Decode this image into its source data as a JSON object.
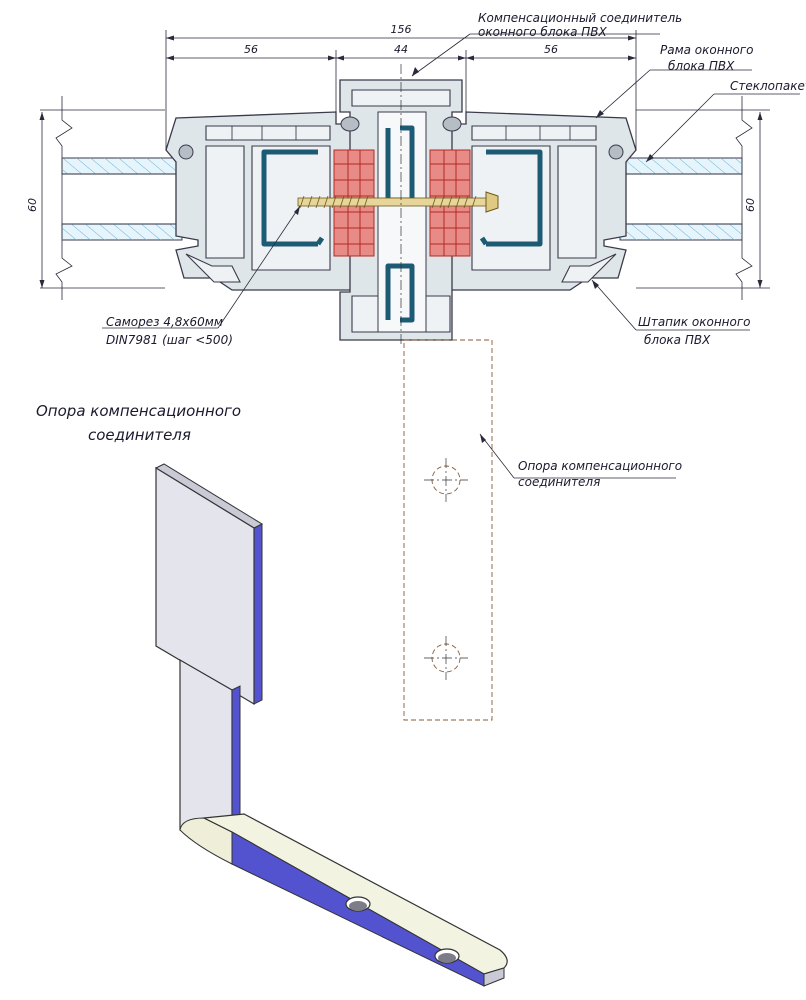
{
  "labels": {
    "connector": [
      "Компенсационный соединитель",
      "оконного блока ПВХ"
    ],
    "frame": [
      "Рама оконного",
      "блока ПВХ"
    ],
    "glazing": "Стеклопакет",
    "screw": [
      "Саморез 4,8x60мм",
      "DIN7981 (шаг <500)"
    ],
    "bead": [
      "Штапик оконного",
      "блока ПВХ"
    ],
    "support_side": [
      "Опора компенсационного",
      "соединителя"
    ],
    "support_title": [
      "Опора компенсационного",
      "соединителя"
    ]
  },
  "dimensions": {
    "total": "156",
    "left": "56",
    "middle": "44",
    "right": "56",
    "height_left": "60",
    "height_right": "60"
  },
  "colors": {
    "steel": "#1d5a73",
    "insert_red": "#e88a86",
    "glass": "#e6f4fb",
    "profile": "#dfe6ea",
    "bracket_face": "#e4e5ec",
    "bracket_edge": "#4c4ccf",
    "bracket_foot": "#f3f3e2"
  }
}
